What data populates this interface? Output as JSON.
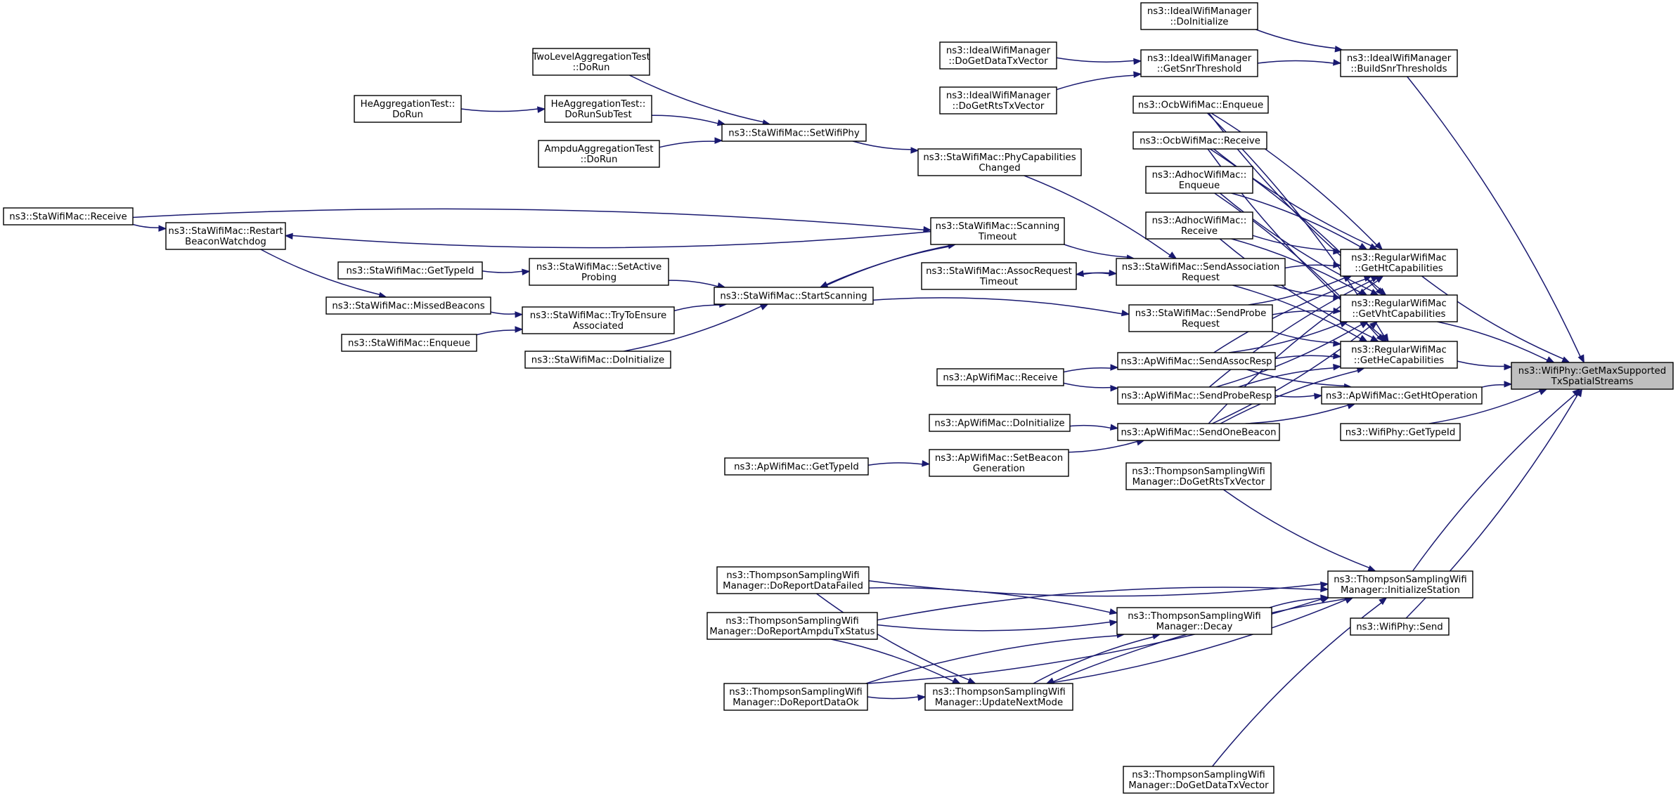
{
  "diagram": {
    "type": "call-graph",
    "root": "getmaxsupported",
    "nodes": [
      {
        "id": "getmaxsupported",
        "lines": [
          "ns3::WifiPhy::GetMaxSupported",
          "TxSpatialStreams"
        ]
      },
      {
        "id": "ideal_doinit",
        "lines": [
          "ns3::IdealWifiManager",
          "::DoInitialize"
        ]
      },
      {
        "id": "ideal_buildsnr",
        "lines": [
          "ns3::IdealWifiManager",
          "::BuildSnrThresholds"
        ]
      },
      {
        "id": "ideal_getsnr",
        "lines": [
          "ns3::IdealWifiManager",
          "::GetSnrThreshold"
        ]
      },
      {
        "id": "ideal_getdata",
        "lines": [
          "ns3::IdealWifiManager",
          "::DoGetDataTxVector"
        ]
      },
      {
        "id": "ideal_getrts",
        "lines": [
          "ns3::IdealWifiManager",
          "::DoGetRtsTxVector"
        ]
      },
      {
        "id": "twolevel",
        "lines": [
          "TwoLevelAggregationTest",
          "::DoRun"
        ]
      },
      {
        "id": "heagg_sub",
        "lines": [
          "HeAggregationTest::",
          "DoRunSubTest"
        ]
      },
      {
        "id": "heagg_run",
        "lines": [
          "HeAggregationTest::",
          "DoRun"
        ]
      },
      {
        "id": "ampdu_run",
        "lines": [
          "AmpduAggregationTest",
          "::DoRun"
        ]
      },
      {
        "id": "sta_setwifiphy",
        "lines": [
          "ns3::StaWifiMac::SetWifiPhy"
        ]
      },
      {
        "id": "sta_phycap",
        "lines": [
          "ns3::StaWifiMac::PhyCapabilities",
          "Changed"
        ]
      },
      {
        "id": "ocb_enqueue",
        "lines": [
          "ns3::OcbWifiMac::Enqueue"
        ]
      },
      {
        "id": "ocb_receive",
        "lines": [
          "ns3::OcbWifiMac::Receive"
        ]
      },
      {
        "id": "adhoc_enqueue",
        "lines": [
          "ns3::AdhocWifiMac::",
          "Enqueue"
        ]
      },
      {
        "id": "adhoc_receive",
        "lines": [
          "ns3::AdhocWifiMac::",
          "Receive"
        ]
      },
      {
        "id": "sta_receive",
        "lines": [
          "ns3::StaWifiMac::Receive"
        ]
      },
      {
        "id": "sta_restart",
        "lines": [
          "ns3::StaWifiMac::Restart",
          "BeaconWatchdog"
        ]
      },
      {
        "id": "sta_scantimeout",
        "lines": [
          "ns3::StaWifiMac::Scanning",
          "Timeout"
        ]
      },
      {
        "id": "sta_sendassoc",
        "lines": [
          "ns3::StaWifiMac::SendAssociation",
          "Request"
        ]
      },
      {
        "id": "sta_assoctimeout",
        "lines": [
          "ns3::StaWifiMac::AssocRequest",
          "Timeout"
        ]
      },
      {
        "id": "sta_gettypeid",
        "lines": [
          "ns3::StaWifiMac::GetTypeId"
        ]
      },
      {
        "id": "sta_setactive",
        "lines": [
          "ns3::StaWifiMac::SetActive",
          "Probing"
        ]
      },
      {
        "id": "sta_startscan",
        "lines": [
          "ns3::StaWifiMac::StartScanning"
        ]
      },
      {
        "id": "sta_missed",
        "lines": [
          "ns3::StaWifiMac::MissedBeacons"
        ]
      },
      {
        "id": "sta_tryensure",
        "lines": [
          "ns3::StaWifiMac::TryToEnsure",
          "Associated"
        ]
      },
      {
        "id": "sta_enqueue",
        "lines": [
          "ns3::StaWifiMac::Enqueue"
        ]
      },
      {
        "id": "sta_doinit",
        "lines": [
          "ns3::StaWifiMac::DoInitialize"
        ]
      },
      {
        "id": "sta_sendprobe",
        "lines": [
          "ns3::StaWifiMac::SendProbe",
          "Request"
        ]
      },
      {
        "id": "reg_getht",
        "lines": [
          "ns3::RegularWifiMac",
          "::GetHtCapabilities"
        ]
      },
      {
        "id": "reg_getvht",
        "lines": [
          "ns3::RegularWifiMac",
          "::GetVhtCapabilities"
        ]
      },
      {
        "id": "reg_gethe",
        "lines": [
          "ns3::RegularWifiMac",
          "::GetHeCapabilities"
        ]
      },
      {
        "id": "ap_sendassocresp",
        "lines": [
          "ns3::ApWifiMac::SendAssocResp"
        ]
      },
      {
        "id": "ap_receive",
        "lines": [
          "ns3::ApWifiMac::Receive"
        ]
      },
      {
        "id": "ap_sendproberesp",
        "lines": [
          "ns3::ApWifiMac::SendProbeResp"
        ]
      },
      {
        "id": "ap_gethtop",
        "lines": [
          "ns3::ApWifiMac::GetHtOperation"
        ]
      },
      {
        "id": "ap_doinit",
        "lines": [
          "ns3::ApWifiMac::DoInitialize"
        ]
      },
      {
        "id": "ap_sendbeacon",
        "lines": [
          "ns3::ApWifiMac::SendOneBeacon"
        ]
      },
      {
        "id": "phy_gettypeid",
        "lines": [
          "ns3::WifiPhy::GetTypeId"
        ]
      },
      {
        "id": "ap_gettypeid",
        "lines": [
          "ns3::ApWifiMac::GetTypeId"
        ]
      },
      {
        "id": "ap_setbeacon",
        "lines": [
          "ns3::ApWifiMac::SetBeacon",
          "Generation"
        ]
      },
      {
        "id": "ts_getrts",
        "lines": [
          "ns3::ThompsonSamplingWifi",
          "Manager::DoGetRtsTxVector"
        ]
      },
      {
        "id": "ts_reportfailed",
        "lines": [
          "ns3::ThompsonSamplingWifi",
          "Manager::DoReportDataFailed"
        ]
      },
      {
        "id": "ts_initstation",
        "lines": [
          "ns3::ThompsonSamplingWifi",
          "Manager::InitializeStation"
        ]
      },
      {
        "id": "ts_reportampdu",
        "lines": [
          "ns3::ThompsonSamplingWifi",
          "Manager::DoReportAmpduTxStatus"
        ]
      },
      {
        "id": "ts_decay",
        "lines": [
          "ns3::ThompsonSamplingWifi",
          "Manager::Decay"
        ]
      },
      {
        "id": "phy_send",
        "lines": [
          "ns3::WifiPhy::Send"
        ]
      },
      {
        "id": "ts_reportok",
        "lines": [
          "ns3::ThompsonSamplingWifi",
          "Manager::DoReportDataOk"
        ]
      },
      {
        "id": "ts_updatenext",
        "lines": [
          "ns3::ThompsonSamplingWifi",
          "Manager::UpdateNextMode"
        ]
      },
      {
        "id": "ts_getdata",
        "lines": [
          "ns3::ThompsonSamplingWifi",
          "Manager::DoGetDataTxVector"
        ]
      }
    ],
    "edges": [
      [
        "ideal_buildsnr",
        "getmaxsupported"
      ],
      [
        "ideal_doinit",
        "ideal_buildsnr"
      ],
      [
        "ideal_getsnr",
        "ideal_buildsnr"
      ],
      [
        "ideal_getdata",
        "ideal_getsnr"
      ],
      [
        "ideal_getrts",
        "ideal_getsnr"
      ],
      [
        "reg_getht",
        "getmaxsupported"
      ],
      [
        "reg_getvht",
        "getmaxsupported"
      ],
      [
        "reg_gethe",
        "getmaxsupported"
      ],
      [
        "ap_gethtop",
        "getmaxsupported"
      ],
      [
        "phy_gettypeid",
        "getmaxsupported"
      ],
      [
        "ts_initstation",
        "getmaxsupported"
      ],
      [
        "phy_send",
        "getmaxsupported"
      ],
      [
        "ocb_enqueue",
        "reg_getht"
      ],
      [
        "ocb_enqueue",
        "reg_getvht"
      ],
      [
        "ocb_enqueue",
        "reg_gethe"
      ],
      [
        "ocb_receive",
        "reg_getht"
      ],
      [
        "ocb_receive",
        "reg_getvht"
      ],
      [
        "ocb_receive",
        "reg_gethe"
      ],
      [
        "adhoc_enqueue",
        "reg_getht"
      ],
      [
        "adhoc_enqueue",
        "reg_getvht"
      ],
      [
        "adhoc_enqueue",
        "reg_gethe"
      ],
      [
        "adhoc_receive",
        "reg_getht"
      ],
      [
        "adhoc_receive",
        "reg_getvht"
      ],
      [
        "adhoc_receive",
        "reg_gethe"
      ],
      [
        "sta_sendassoc",
        "reg_getht"
      ],
      [
        "sta_sendassoc",
        "reg_getvht"
      ],
      [
        "sta_sendassoc",
        "reg_gethe"
      ],
      [
        "sta_sendprobe",
        "reg_getht"
      ],
      [
        "sta_sendprobe",
        "reg_getvht"
      ],
      [
        "sta_sendprobe",
        "reg_gethe"
      ],
      [
        "ap_sendassocresp",
        "reg_getht"
      ],
      [
        "ap_sendassocresp",
        "reg_getvht"
      ],
      [
        "ap_sendassocresp",
        "reg_gethe"
      ],
      [
        "ap_sendassocresp",
        "ap_gethtop"
      ],
      [
        "ap_sendproberesp",
        "reg_getht"
      ],
      [
        "ap_sendproberesp",
        "reg_getvht"
      ],
      [
        "ap_sendproberesp",
        "reg_gethe"
      ],
      [
        "ap_sendproberesp",
        "ap_gethtop"
      ],
      [
        "ap_sendbeacon",
        "reg_getht"
      ],
      [
        "ap_sendbeacon",
        "reg_getvht"
      ],
      [
        "ap_sendbeacon",
        "reg_gethe"
      ],
      [
        "ap_sendbeacon",
        "ap_gethtop"
      ],
      [
        "ap_receive",
        "ap_sendassocresp"
      ],
      [
        "ap_receive",
        "ap_sendproberesp"
      ],
      [
        "ap_doinit",
        "ap_sendbeacon"
      ],
      [
        "ap_setbeacon",
        "ap_sendbeacon"
      ],
      [
        "ap_gettypeid",
        "ap_setbeacon"
      ],
      [
        "twolevel",
        "sta_setwifiphy"
      ],
      [
        "heagg_sub",
        "sta_setwifiphy"
      ],
      [
        "heagg_run",
        "heagg_sub"
      ],
      [
        "ampdu_run",
        "sta_setwifiphy"
      ],
      [
        "sta_setwifiphy",
        "sta_phycap"
      ],
      [
        "sta_phycap",
        "sta_sendassoc"
      ],
      [
        "sta_scantimeout",
        "sta_sendassoc"
      ],
      [
        "sta_assoctimeout",
        "sta_sendassoc"
      ],
      [
        "sta_sendassoc",
        "sta_assoctimeout"
      ],
      [
        "sta_receive",
        "sta_scantimeout"
      ],
      [
        "sta_receive",
        "sta_restart"
      ],
      [
        "sta_scantimeout",
        "sta_restart"
      ],
      [
        "sta_scantimeout",
        "sta_startscan"
      ],
      [
        "sta_startscan",
        "sta_scantimeout"
      ],
      [
        "sta_restart",
        "sta_missed"
      ],
      [
        "sta_setactive",
        "sta_startscan"
      ],
      [
        "sta_gettypeid",
        "sta_setactive"
      ],
      [
        "sta_tryensure",
        "sta_startscan"
      ],
      [
        "sta_missed",
        "sta_tryensure"
      ],
      [
        "sta_enqueue",
        "sta_tryensure"
      ],
      [
        "sta_doinit",
        "sta_startscan"
      ],
      [
        "sta_startscan",
        "sta_sendprobe"
      ],
      [
        "ts_getrts",
        "ts_initstation"
      ],
      [
        "ts_getdata",
        "ts_initstation"
      ],
      [
        "ts_reportfailed",
        "ts_initstation"
      ],
      [
        "ts_reportfailed",
        "ts_decay"
      ],
      [
        "ts_reportfailed",
        "ts_updatenext"
      ],
      [
        "ts_reportampdu",
        "ts_initstation"
      ],
      [
        "ts_reportampdu",
        "ts_decay"
      ],
      [
        "ts_reportampdu",
        "ts_updatenext"
      ],
      [
        "ts_reportok",
        "ts_initstation"
      ],
      [
        "ts_reportok",
        "ts_decay"
      ],
      [
        "ts_reportok",
        "ts_updatenext"
      ],
      [
        "ts_decay",
        "ts_initstation"
      ],
      [
        "ts_updatenext",
        "ts_initstation"
      ],
      [
        "ts_updatenext",
        "ts_decay"
      ],
      [
        "ts_initstation",
        "ts_updatenext"
      ]
    ]
  },
  "colors": {
    "edge": "#191970",
    "node_border": "#000000",
    "node_fill": "#ffffff",
    "root_fill": "#bfbfbf"
  }
}
